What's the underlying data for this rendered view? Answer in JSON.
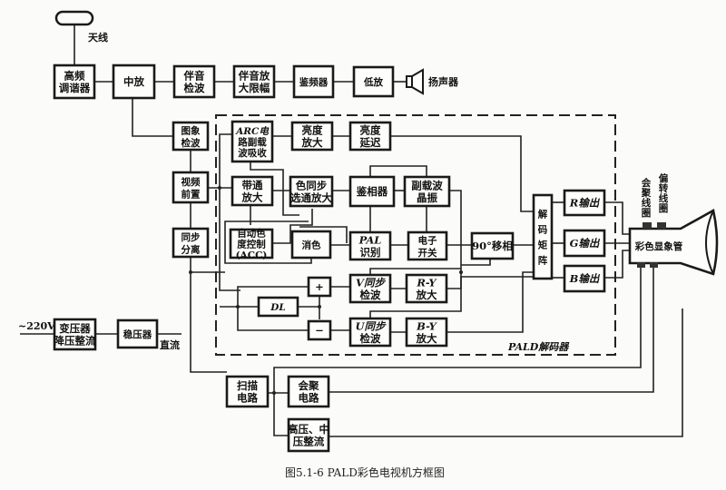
{
  "figure": {
    "caption": "图5.1-6  PALD彩色电视机方框图",
    "decoder_group_label": "PALD解码器"
  },
  "labels": {
    "antenna": "天线",
    "speaker": "扬声器",
    "ac_input": "~220V",
    "dc_output": "直流",
    "convergence_coil": [
      "会",
      "聚",
      "线",
      "圈"
    ],
    "deflection_coil": [
      "偏",
      "转",
      "线",
      "圈"
    ]
  },
  "blocks": {
    "tuner": [
      "高频",
      "调谐器"
    ],
    "if_amp": [
      "中放"
    ],
    "sound_detector": [
      "伴音",
      "检波"
    ],
    "sound_amp_limiter": [
      "伴音放",
      "大限幅"
    ],
    "discriminator": [
      "鉴频器"
    ],
    "audio_amp": [
      "低放"
    ],
    "video_detector": [
      "图象",
      "检波"
    ],
    "video_preamp": [
      "视频",
      "前置"
    ],
    "sync_separator": [
      "同步",
      "分离"
    ],
    "arc_trap": [
      "ARC电",
      "路副载",
      "波吸收"
    ],
    "luma_amp": [
      "亮度",
      "放大"
    ],
    "luma_delay": [
      "亮度",
      "延迟"
    ],
    "bandpass_amp": [
      "带通",
      "放大"
    ],
    "burst_gate_amp": [
      "色同步",
      "选通放大"
    ],
    "phase_detector": [
      "鉴相器"
    ],
    "subcarrier_osc": [
      "副载波",
      "晶振"
    ],
    "acc": [
      "自动色",
      "度控制",
      "(ACC)"
    ],
    "color_killer": [
      "消色"
    ],
    "pal_ident": [
      "PAL",
      "识别"
    ],
    "electronic_switch": [
      "电子",
      "开关"
    ],
    "phase_shift_90": [
      "90°移相"
    ],
    "adder": [
      "+"
    ],
    "subtractor": [
      "−"
    ],
    "delay_line": [
      "DL"
    ],
    "v_sync_detector": [
      "V同步",
      "检波"
    ],
    "u_sync_detector": [
      "U同步",
      "检波"
    ],
    "r_y_amp": [
      "R-Y",
      "放大"
    ],
    "b_y_amp": [
      "B-Y",
      "放大"
    ],
    "decode_matrix": [
      "解",
      "码",
      "矩",
      "阵"
    ],
    "r_output": [
      "R输出"
    ],
    "g_output": [
      "G输出"
    ],
    "b_output": [
      "B输出"
    ],
    "crt": [
      "彩色显象管"
    ],
    "transformer_rectifier": [
      "变压器",
      "降压整流"
    ],
    "regulator": [
      "稳压器"
    ],
    "scan_circuit": [
      "扫描",
      "电路"
    ],
    "convergence_circuit": [
      "会聚",
      "电路"
    ],
    "hv_rectifier": [
      "高压、中",
      "压整流"
    ]
  }
}
